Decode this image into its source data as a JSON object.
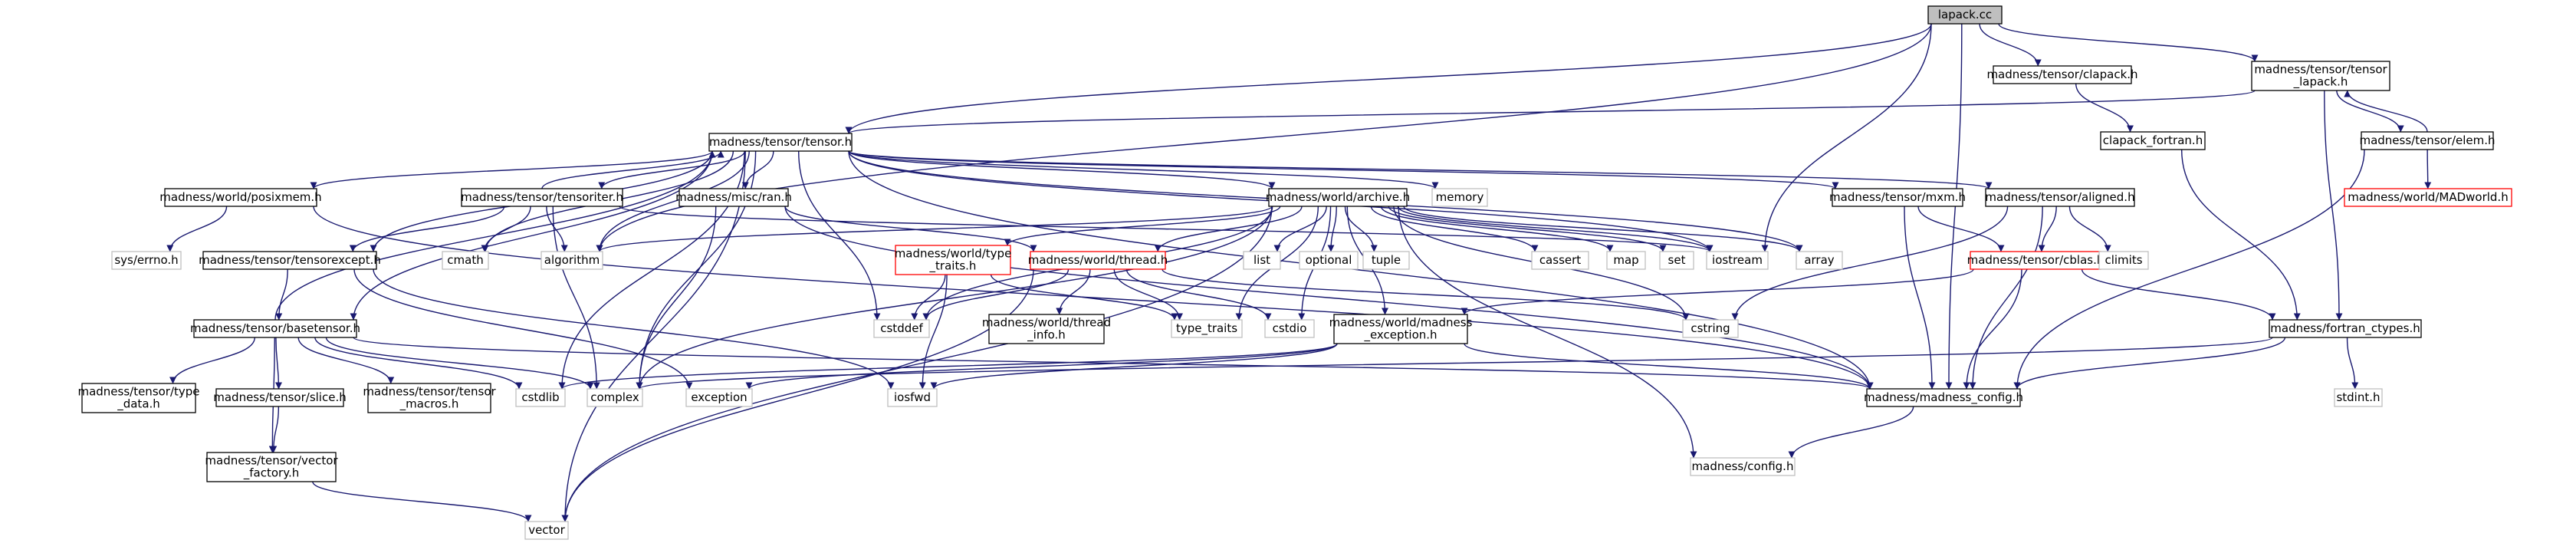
{
  "diagram": {
    "kind": "include-dependency-graph",
    "colors": {
      "edge": "#191970",
      "border_local": "#000000",
      "border_external": "#bfbfbf",
      "border_truncated": "#ff0000",
      "root_fill": "#bfbfbf",
      "node_fill": "#ffffff"
    },
    "nodes": [
      {
        "id": "lapack",
        "lines": [
          "lapack.cc"
        ],
        "style": "root"
      },
      {
        "id": "clapack",
        "lines": [
          "madness/tensor/clapack.h"
        ],
        "style": "local"
      },
      {
        "id": "tensor_lapack",
        "lines": [
          "madness/tensor/tensor",
          "_lapack.h"
        ],
        "style": "local"
      },
      {
        "id": "tensor",
        "lines": [
          "madness/tensor/tensor.h"
        ],
        "style": "local"
      },
      {
        "id": "clapack_fortran",
        "lines": [
          "clapack_fortran.h"
        ],
        "style": "local"
      },
      {
        "id": "elem",
        "lines": [
          "madness/tensor/elem.h"
        ],
        "style": "local"
      },
      {
        "id": "madworld",
        "lines": [
          "madness/world/MADworld.h"
        ],
        "style": "truncated"
      },
      {
        "id": "posixmem",
        "lines": [
          "madness/world/posixmem.h"
        ],
        "style": "local"
      },
      {
        "id": "tensoriter",
        "lines": [
          "madness/tensor/tensoriter.h"
        ],
        "style": "local"
      },
      {
        "id": "ran",
        "lines": [
          "madness/misc/ran.h"
        ],
        "style": "local"
      },
      {
        "id": "memory",
        "lines": [
          "memory"
        ],
        "style": "external"
      },
      {
        "id": "archive",
        "lines": [
          "madness/world/archive.h"
        ],
        "style": "local"
      },
      {
        "id": "mxm",
        "lines": [
          "madness/tensor/mxm.h"
        ],
        "style": "local"
      },
      {
        "id": "aligned",
        "lines": [
          "madness/tensor/aligned.h"
        ],
        "style": "local"
      },
      {
        "id": "syserrno",
        "lines": [
          "sys/errno.h"
        ],
        "style": "external"
      },
      {
        "id": "cmath",
        "lines": [
          "cmath"
        ],
        "style": "external"
      },
      {
        "id": "algorithm",
        "lines": [
          "algorithm"
        ],
        "style": "external"
      },
      {
        "id": "tensorexcept",
        "lines": [
          "madness/tensor/tensorexcept.h"
        ],
        "style": "local"
      },
      {
        "id": "typetraits_h",
        "lines": [
          "madness/world/type",
          "_traits.h"
        ],
        "style": "truncated"
      },
      {
        "id": "thread",
        "lines": [
          "madness/world/thread.h"
        ],
        "style": "truncated"
      },
      {
        "id": "list",
        "lines": [
          "list"
        ],
        "style": "external"
      },
      {
        "id": "optional",
        "lines": [
          "optional"
        ],
        "style": "external"
      },
      {
        "id": "tuple",
        "lines": [
          "tuple"
        ],
        "style": "external"
      },
      {
        "id": "cassert",
        "lines": [
          "cassert"
        ],
        "style": "external"
      },
      {
        "id": "map",
        "lines": [
          "map"
        ],
        "style": "external"
      },
      {
        "id": "set",
        "lines": [
          "set"
        ],
        "style": "external"
      },
      {
        "id": "iostream",
        "lines": [
          "iostream"
        ],
        "style": "external"
      },
      {
        "id": "array",
        "lines": [
          "array"
        ],
        "style": "external"
      },
      {
        "id": "cblas",
        "lines": [
          "madness/tensor/cblas.h"
        ],
        "style": "truncated"
      },
      {
        "id": "climits",
        "lines": [
          "climits"
        ],
        "style": "external"
      },
      {
        "id": "basetensor",
        "lines": [
          "madness/tensor/basetensor.h"
        ],
        "style": "local"
      },
      {
        "id": "cstddef",
        "lines": [
          "cstddef"
        ],
        "style": "external"
      },
      {
        "id": "thread_info",
        "lines": [
          "madness/world/thread",
          "_info.h"
        ],
        "style": "local"
      },
      {
        "id": "type_traits",
        "lines": [
          "type_traits"
        ],
        "style": "external"
      },
      {
        "id": "cstdio",
        "lines": [
          "cstdio"
        ],
        "style": "external"
      },
      {
        "id": "madness_exception",
        "lines": [
          "madness/world/madness",
          "_exception.h"
        ],
        "style": "local"
      },
      {
        "id": "cstring",
        "lines": [
          "cstring"
        ],
        "style": "external"
      },
      {
        "id": "fortran_ctypes",
        "lines": [
          "madness/fortran_ctypes.h"
        ],
        "style": "local"
      },
      {
        "id": "tensor_type_data",
        "lines": [
          "madness/tensor/type",
          "_data.h"
        ],
        "style": "local"
      },
      {
        "id": "slice",
        "lines": [
          "madness/tensor/slice.h"
        ],
        "style": "local"
      },
      {
        "id": "tensor_macros",
        "lines": [
          "madness/tensor/tensor",
          "_macros.h"
        ],
        "style": "local"
      },
      {
        "id": "cstdlib",
        "lines": [
          "cstdlib"
        ],
        "style": "external"
      },
      {
        "id": "complex",
        "lines": [
          "complex"
        ],
        "style": "external"
      },
      {
        "id": "exception",
        "lines": [
          "exception"
        ],
        "style": "external"
      },
      {
        "id": "iosfwd",
        "lines": [
          "iosfwd"
        ],
        "style": "external"
      },
      {
        "id": "madness_config",
        "lines": [
          "madness/madness_config.h"
        ],
        "style": "local"
      },
      {
        "id": "stdint",
        "lines": [
          "stdint.h"
        ],
        "style": "external"
      },
      {
        "id": "vector_factory",
        "lines": [
          "madness/tensor/vector",
          "_factory.h"
        ],
        "style": "local"
      },
      {
        "id": "config",
        "lines": [
          "madness/config.h"
        ],
        "style": "external"
      },
      {
        "id": "vector",
        "lines": [
          "vector"
        ],
        "style": "external"
      }
    ],
    "edges": [
      [
        "lapack",
        "clapack"
      ],
      [
        "lapack",
        "tensor_lapack"
      ],
      [
        "lapack",
        "tensor"
      ],
      [
        "lapack",
        "iostream"
      ],
      [
        "lapack",
        "algorithm"
      ],
      [
        "lapack",
        "madness_config"
      ],
      [
        "clapack",
        "clapack_fortran"
      ],
      [
        "clapack_fortran",
        "fortran_ctypes"
      ],
      [
        "tensor_lapack",
        "tensor"
      ],
      [
        "tensor_lapack",
        "elem"
      ],
      [
        "tensor_lapack",
        "fortran_ctypes"
      ],
      [
        "elem",
        "tensor_lapack"
      ],
      [
        "elem",
        "madworld"
      ],
      [
        "elem",
        "madness_config"
      ],
      [
        "tensor",
        "posixmem"
      ],
      [
        "tensor",
        "tensoriter"
      ],
      [
        "tensor",
        "ran"
      ],
      [
        "tensor",
        "memory"
      ],
      [
        "tensor",
        "archive"
      ],
      [
        "tensor",
        "mxm"
      ],
      [
        "tensor",
        "aligned"
      ],
      [
        "tensor",
        "tensorexcept"
      ],
      [
        "tensor",
        "basetensor"
      ],
      [
        "tensor",
        "cmath"
      ],
      [
        "tensor",
        "algorithm"
      ],
      [
        "tensor",
        "cstddef"
      ],
      [
        "tensor",
        "vector"
      ],
      [
        "tensor",
        "cstdlib"
      ],
      [
        "tensor",
        "complex"
      ],
      [
        "tensor",
        "madness_config"
      ],
      [
        "tensor",
        "array"
      ],
      [
        "tensor",
        "iostream"
      ],
      [
        "posixmem",
        "syserrno"
      ],
      [
        "posixmem",
        "madness_config"
      ],
      [
        "tensoriter",
        "tensor"
      ],
      [
        "tensoriter",
        "cmath"
      ],
      [
        "tensoriter",
        "algorithm"
      ],
      [
        "tensoriter",
        "tensorexcept"
      ],
      [
        "tensoriter",
        "complex"
      ],
      [
        "tensoriter",
        "iostream"
      ],
      [
        "ran",
        "complex"
      ],
      [
        "ran",
        "thread"
      ],
      [
        "ran",
        "madness_config"
      ],
      [
        "archive",
        "algorithm"
      ],
      [
        "archive",
        "typetraits_h"
      ],
      [
        "archive",
        "thread"
      ],
      [
        "archive",
        "list"
      ],
      [
        "archive",
        "optional"
      ],
      [
        "archive",
        "tuple"
      ],
      [
        "archive",
        "cassert"
      ],
      [
        "archive",
        "map"
      ],
      [
        "archive",
        "set"
      ],
      [
        "archive",
        "iostream"
      ],
      [
        "archive",
        "array"
      ],
      [
        "archive",
        "cstring"
      ],
      [
        "archive",
        "cstddef"
      ],
      [
        "archive",
        "cstdio"
      ],
      [
        "archive",
        "type_traits"
      ],
      [
        "archive",
        "madness_exception"
      ],
      [
        "archive",
        "complex"
      ],
      [
        "archive",
        "vector"
      ],
      [
        "archive",
        "config"
      ],
      [
        "mxm",
        "cblas"
      ],
      [
        "mxm",
        "madness_config"
      ],
      [
        "aligned",
        "cblas"
      ],
      [
        "aligned",
        "climits"
      ],
      [
        "aligned",
        "cstring"
      ],
      [
        "aligned",
        "madness_config"
      ],
      [
        "tensorexcept",
        "basetensor"
      ],
      [
        "tensorexcept",
        "exception"
      ],
      [
        "tensorexcept",
        "iosfwd"
      ],
      [
        "typetraits_h",
        "cstddef"
      ],
      [
        "typetraits_h",
        "type_traits"
      ],
      [
        "typetraits_h",
        "iosfwd"
      ],
      [
        "thread",
        "thread_info"
      ],
      [
        "thread",
        "type_traits"
      ],
      [
        "thread",
        "cstddef"
      ],
      [
        "thread",
        "cstdio"
      ],
      [
        "thread",
        "cstring"
      ],
      [
        "thread",
        "vector"
      ],
      [
        "cblas",
        "fortran_ctypes"
      ],
      [
        "cblas",
        "madness_config"
      ],
      [
        "cblas",
        "madness_exception"
      ],
      [
        "basetensor",
        "tensor"
      ],
      [
        "basetensor",
        "tensor_type_data"
      ],
      [
        "basetensor",
        "slice"
      ],
      [
        "basetensor",
        "tensor_macros"
      ],
      [
        "basetensor",
        "vector_factory"
      ],
      [
        "basetensor",
        "complex"
      ],
      [
        "basetensor",
        "cstdlib"
      ],
      [
        "basetensor",
        "madness_config"
      ],
      [
        "madness_exception",
        "madness_config"
      ],
      [
        "madness_exception",
        "exception"
      ],
      [
        "madness_exception",
        "iosfwd"
      ],
      [
        "madness_exception",
        "cstdlib"
      ],
      [
        "fortran_ctypes",
        "complex"
      ],
      [
        "fortran_ctypes",
        "madness_config"
      ],
      [
        "fortran_ctypes",
        "stdint"
      ],
      [
        "slice",
        "vector_factory"
      ],
      [
        "vector_factory",
        "vector"
      ],
      [
        "madness_config",
        "config"
      ]
    ]
  }
}
